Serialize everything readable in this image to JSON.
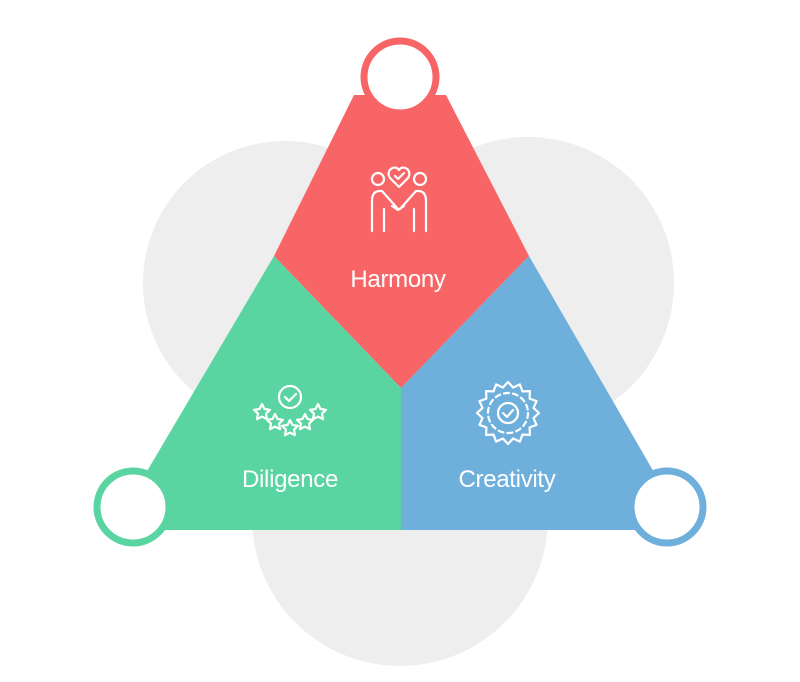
{
  "segments": [
    {
      "id": "harmony",
      "label": "Harmony",
      "color": "#f76566",
      "icon": "handshake-heart-icon"
    },
    {
      "id": "diligence",
      "label": "Diligence",
      "color": "#5ad4a1",
      "icon": "stars-check-icon"
    },
    {
      "id": "creativity",
      "label": "Creativity",
      "color": "#6fafdc",
      "icon": "badge-check-icon"
    }
  ],
  "background_color": "#eeeeee"
}
